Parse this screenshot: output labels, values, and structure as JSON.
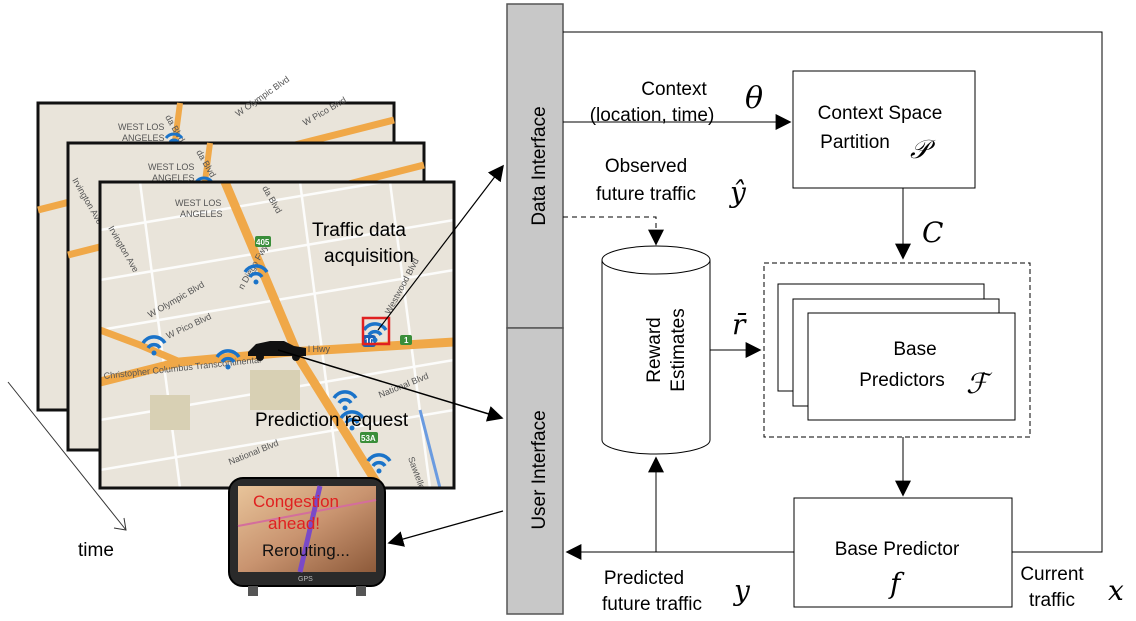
{
  "interfaces": {
    "data": "Data Interface",
    "user": "User Interface"
  },
  "context": {
    "line1": "Context",
    "line2": "(location, time)",
    "symbol": "θ"
  },
  "partition": {
    "line1": "Context Space",
    "line2": "Partition",
    "symbol": "𝒫"
  },
  "observed": {
    "line1": "Observed",
    "line2": "future traffic",
    "symbol": "ŷ"
  },
  "c_symbol": "C",
  "reward": {
    "line1": "Reward",
    "line2": "Estimates",
    "symbol": "r̄"
  },
  "base_predictors": {
    "line1": "Base",
    "line2": "Predictors",
    "symbol": "ℱ"
  },
  "base_predictor": {
    "line1": "Base Predictor",
    "symbol": "f"
  },
  "predicted": {
    "line1": "Predicted",
    "line2": "future traffic",
    "symbol": "y"
  },
  "current": {
    "line1": "Current",
    "line2": "traffic",
    "symbol": "x"
  },
  "map": {
    "acq_line1": "Traffic data",
    "acq_line2": "acquisition",
    "request": "Prediction request",
    "time": "time",
    "roads": {
      "west_la_1": "WEST LOS",
      "west_la_2": "ANGELES",
      "olympic1": "W Olympic Blvd",
      "olympic2": "W Olympic Blvd",
      "pico": "W Pico Blvd",
      "pico2": "W Pico Blvd",
      "diego": "n Diego Fwy",
      "hwy": "l Hwy",
      "westwood": "Westwood Blvd",
      "columbus": "Christopher Columbus Transcontinental",
      "national": "National Blvd",
      "national2": "National Blvd",
      "irvington": "Irvington Ave",
      "hilgard": "da Blvd",
      "sawtelle": "Sawtelle"
    },
    "shields": {
      "i10": "10",
      "s405": "405",
      "s1": "1",
      "s10b": "10",
      "s53": "53A"
    }
  },
  "gps": {
    "line1": "Congestion",
    "line2": "ahead!",
    "line3": "Rerouting...",
    "brand": "GPS"
  },
  "colors": {
    "map_bg": "#e9e4da",
    "road_orange": "#f0a848",
    "wifi_blue": "#1a73c9",
    "panel_gray": "#c8c8c8",
    "alert_red": "#e83a3a"
  }
}
